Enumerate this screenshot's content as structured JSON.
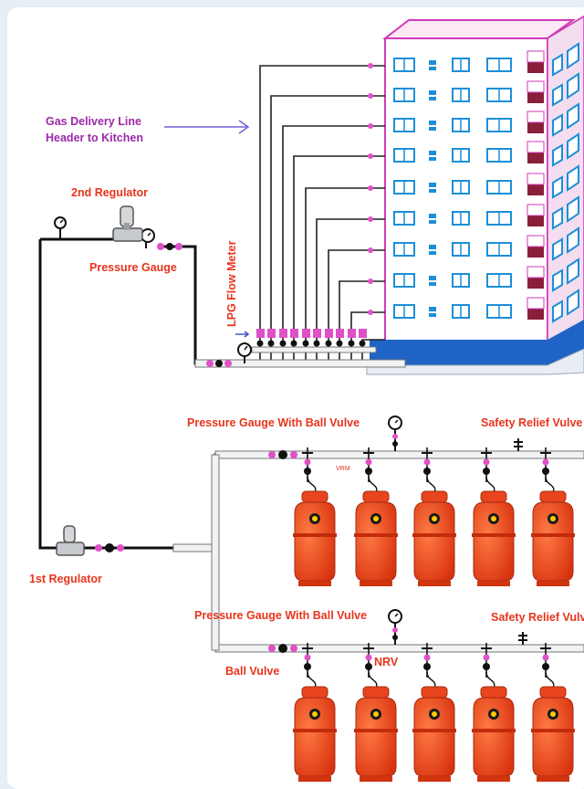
{
  "labels": {
    "header_line1": "Gas Delivery Line",
    "header_line2": "Header to Kitchen",
    "second_regulator": "2nd Regulator",
    "pressure_gauge": "Pressure Gauge",
    "lpg_flow_meter": "LPG Flow Meter",
    "first_regulator": "1st Regulator",
    "pg_ball_valve_top": "Pressure Gauge With Ball Vulve",
    "safety_relief_top": "Safety Relief Vulve",
    "vrm": "VRM",
    "pg_ball_valve_bottom": "Pressure Gauge With Ball Vulve",
    "safety_relief_bottom": "Safety Relief Vulve",
    "ball_valve": "Ball Vulve",
    "nrv": "NRV"
  },
  "colors": {
    "background": "#e6eef6",
    "label_red": "#e8341c",
    "label_purple": "#9b2aa8",
    "building_outline": "#d03ab8",
    "window_blue": "#1d8fd8",
    "balcony": "#8a1f3a",
    "cylinder": "#e8451e",
    "floor_band": "#1f63c6"
  }
}
